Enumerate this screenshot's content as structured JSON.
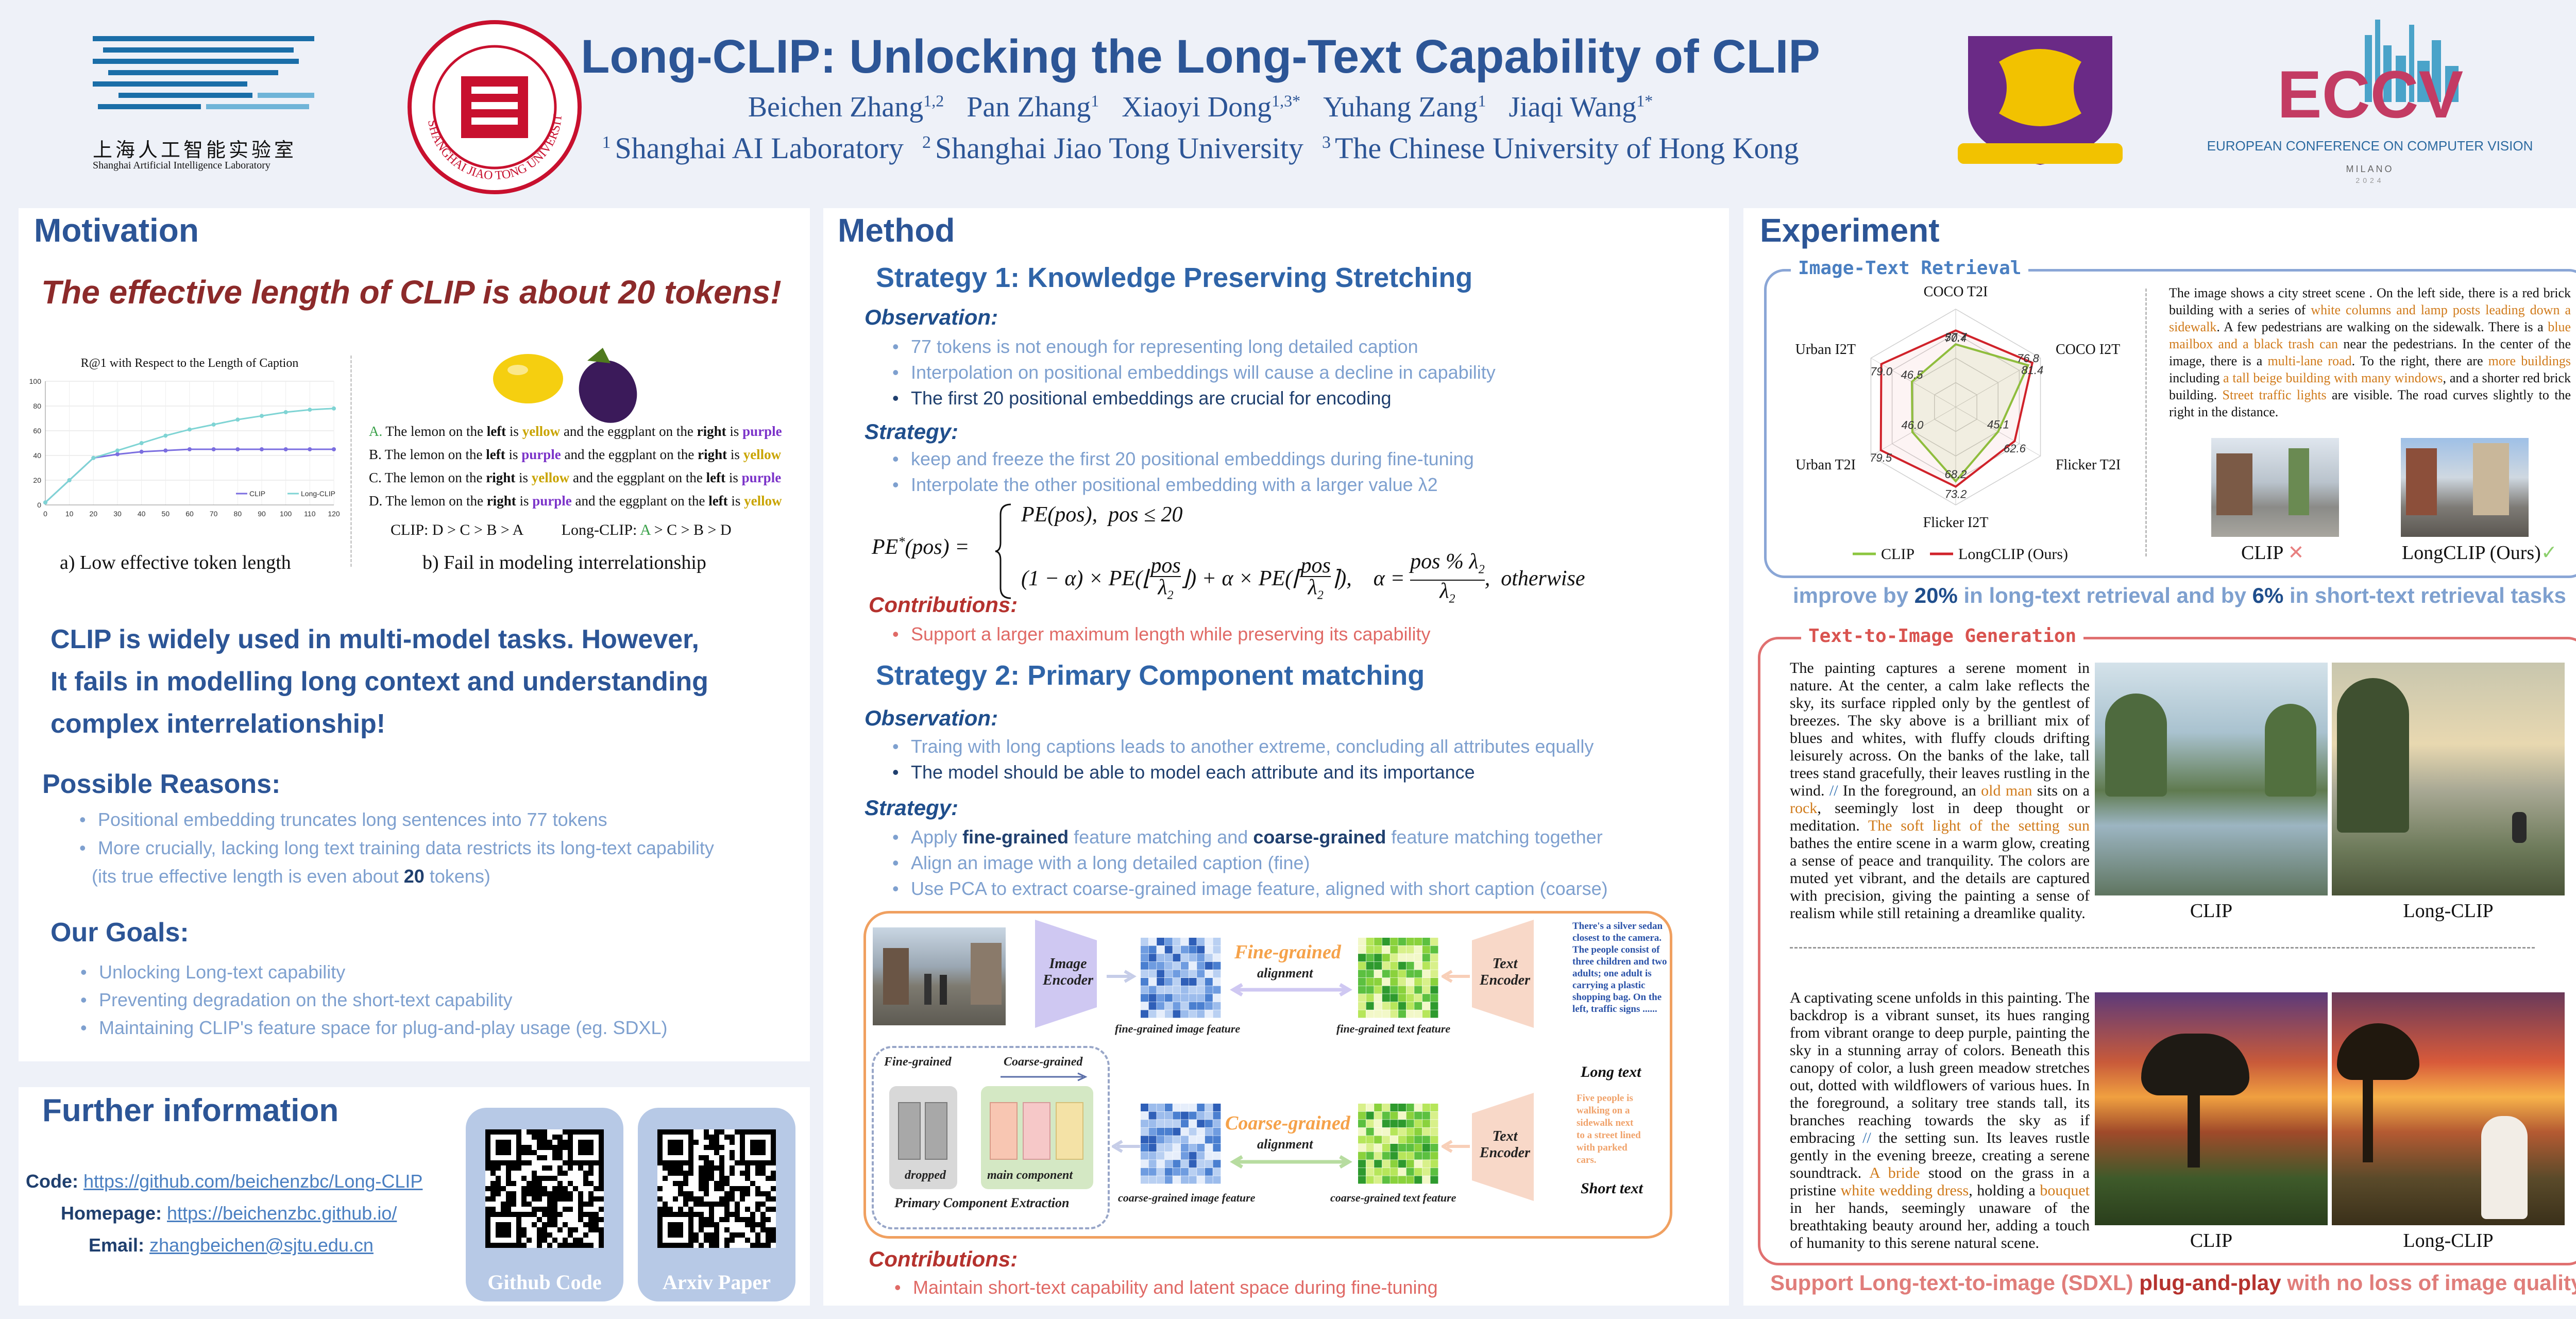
{
  "header": {
    "title": "Long-CLIP: Unlocking the Long-Text Capability of CLIP",
    "authors": [
      {
        "name": "Beichen Zhang",
        "sup": "1,2"
      },
      {
        "name": "Pan Zhang",
        "sup": "1"
      },
      {
        "name": "Xiaoyi Dong",
        "sup": "1,3*"
      },
      {
        "name": "Yuhang Zang",
        "sup": "1"
      },
      {
        "name": "Jiaqi Wang",
        "sup": "1*"
      }
    ],
    "affiliations": [
      {
        "sup": "1",
        "name": "Shanghai AI Laboratory"
      },
      {
        "sup": "2",
        "name": "Shanghai Jiao Tong University"
      },
      {
        "sup": "3",
        "name": "The Chinese University of Hong Kong"
      }
    ],
    "logo_shlab_cn": "上海人工智能实验室",
    "logo_shlab_en": "Shanghai Artificial Intelligence Laboratory",
    "logo_sjtu_text": "SHANGHAI JIAO TONG UNIVERSITY",
    "logo_eccv_text": "ECCV",
    "logo_eccv_sub": "EUROPEAN CONFERENCE ON COMPUTER VISION",
    "logo_eccv_city": "MILANO",
    "logo_eccv_year": "2024"
  },
  "motivation": {
    "title": "Motivation",
    "headline": "The effective length of CLIP is about 20 tokens!",
    "chart_caption": "a) Low effective token length",
    "fig_b_caption": "b) Fail in modeling interrelationship",
    "sentences": [
      {
        "letter": "A.",
        "pre": "The lemon on the ",
        "w1": "left",
        "mid1": " is ",
        "c1": "yellow",
        "mid2": " and the eggplant on the ",
        "w2": "right",
        "mid3": " is ",
        "c2": "purple"
      },
      {
        "letter": "B.",
        "pre": "The lemon on the ",
        "w1": "left",
        "mid1": " is ",
        "c1": "purple",
        "mid2": " and the eggplant on the ",
        "w2": "right",
        "mid3": " is ",
        "c2": "yellow"
      },
      {
        "letter": "C.",
        "pre": "The lemon on the ",
        "w1": "right",
        "mid1": " is ",
        "c1": "yellow",
        "mid2": " and the eggplant on the ",
        "w2": "left",
        "mid3": " is ",
        "c2": "purple"
      },
      {
        "letter": "D.",
        "pre": "The lemon on the ",
        "w1": "right",
        "mid1": " is ",
        "c1": "purple",
        "mid2": " and the eggplant on the ",
        "w2": "left",
        "mid3": " is ",
        "c2": "yellow"
      }
    ],
    "rank_clip": "CLIP:  D > C > B > A",
    "rank_long_label": "Long-CLIP:",
    "rank_long_a": "A",
    "rank_long_rest": " > C > B > D",
    "summary_lines": [
      "CLIP is widely used in multi-model tasks. However,",
      "It fails in modelling long context and understanding",
      "complex interrelationship!"
    ],
    "reasons_title": "Possible Reasons:",
    "reasons": [
      "Positional embedding truncates long sentences into 77 tokens",
      "More crucially, lacking long text training data restricts its long-text capability"
    ],
    "reason_cont_pre": "(its true effective length is even about ",
    "reason_cont_num": "20",
    "reason_cont_post": " tokens)",
    "goals_title": "Our Goals:",
    "goals": [
      "Unlocking Long-text capability",
      "Preventing degradation on the short-text capability",
      "Maintaining CLIP's feature space for plug-and-play usage (eg. SDXL)"
    ]
  },
  "further": {
    "title": "Further information",
    "code_label": "Code:",
    "code_link": "https://github.com/beichenzbc/Long-CLIP",
    "homepage_label": "Homepage:",
    "homepage_link": "https://beichenzbc.github.io/",
    "email_label": "Email:",
    "email_link": "zhangbeichen@sjtu.edu.cn",
    "qr1_label": "Github Code",
    "qr2_label": "Arxiv Paper"
  },
  "method": {
    "title": "Method",
    "s1_title": "Strategy 1: Knowledge Preserving Stretching",
    "observation": "Observation:",
    "strategy": "Strategy:",
    "contributions": "Contributions:",
    "s1_obs": [
      "77 tokens is not enough for representing long detailed caption",
      "Interpolation on positional embeddings will cause a decline in capability"
    ],
    "s1_obs_dark": "The first 20 positional embeddings are crucial for encoding",
    "s1_strat": [
      "keep and freeze the first 20 positional embeddings during fine-tuning",
      "Interpolate the other positional embedding with a larger value λ2"
    ],
    "s1_contrib": "Support a larger maximum length while preserving its capability",
    "s2_title": "Strategy 2: Primary Component matching",
    "s2_obs": "Traing with long captions leads to another extreme, concluding all attributes equally",
    "s2_obs_dark": "The model should be able to model each attribute and its importance",
    "s2_strat1_a": "Apply ",
    "s2_strat1_b": "fine-grained",
    "s2_strat1_c": " feature matching and ",
    "s2_strat1_d": "coarse-grained",
    "s2_strat1_e": " feature matching together",
    "s2_strat": [
      "Align an image with a long detailed caption (fine)",
      "Use PCA to extract coarse-grained image feature, aligned with short caption (coarse)"
    ],
    "s2_contrib": "Maintain short-text capability and latent space during fine-tuning",
    "diagram": {
      "image_encoder": "Image Encoder",
      "text_encoder": "Text Encoder",
      "fine_grained": "Fine-grained",
      "coarse_grained": "Coarse-grained",
      "alignment": "alignment",
      "fg_image_feature": "fine-grained image feature",
      "fg_text_feature": "fine-grained text feature",
      "cg_image_feature": "coarse-grained image feature",
      "cg_text_feature": "coarse-grained text feature",
      "pca_fine": "Fine-grained",
      "pca_coarse": "Coarse-grained",
      "dropped": "dropped",
      "main_component": "main component",
      "pca_title": "Primary Component Extraction",
      "long_caption": "There's a silver sedan closest to the camera. The people consist of three children and two adults; one adult is carrying a plastic shopping bag. On the left, traffic signs ......",
      "long_text": "Long text",
      "short_caption": "Five people is walking on a sidewalk next to a street lined with parked cars.",
      "short_text": "Short text"
    }
  },
  "experiment": {
    "title": "Experiment",
    "itr_label": "Image-Text Retrieval",
    "radar": {
      "axes": [
        "COCO T2I",
        "COCO I2T",
        "Flicker T2I",
        "Flicker I2T",
        "Urban T2I",
        "Urban I2T"
      ],
      "clip_values": [
        57.7,
        76.8,
        45.1,
        68.2,
        46.0,
        46.5
      ],
      "longclip_values": [
        70.4,
        81.4,
        62.6,
        73.2,
        79.5,
        79.0
      ],
      "clip_labels": [
        "57.7",
        "76.8",
        "45.1",
        "68.2",
        "46.0",
        "46.5"
      ],
      "longclip_labels": [
        "70.4",
        "81.4",
        "62.6",
        "73.2",
        "79.5",
        "79.0"
      ],
      "legend_clip": "CLIP",
      "legend_longclip": "LongCLIP (Ours)"
    },
    "retrieval_text": [
      {
        "t": "The image shows a city street scene . On the left side, there is a red brick building with a series of "
      },
      {
        "t": "white columns and lamp posts leading down a sidewalk",
        "c": "o"
      },
      {
        "t": ". A few pedestrians are walking on the sidewalk. There is a "
      },
      {
        "t": "blue mailbox and a black trash can",
        "c": "o"
      },
      {
        "t": " near the pedestrians. In the center of the image, there is a "
      },
      {
        "t": "multi-lane road",
        "c": "o"
      },
      {
        "t": ". To the right, there are "
      },
      {
        "t": "more buildings",
        "c": "o"
      },
      {
        "t": " including "
      },
      {
        "t": "a tall beige building with many windows",
        "c": "o"
      },
      {
        "t": ", and a shorter red brick building. "
      },
      {
        "t": "Street traffic lights",
        "c": "o"
      },
      {
        "t": " are visible. The road curves slightly to the right in the distance."
      }
    ],
    "ret_clip_label": "CLIP",
    "ret_long_label": "LongCLIP (Ours)",
    "improve_a": "improve by ",
    "improve_b": "20%",
    "improve_c": " in long-text retrieval and by ",
    "improve_d": "6%",
    "improve_e": " in short-text retrieval tasks",
    "t2i_label": "Text-to-Image Generation",
    "para1": [
      {
        "t": "The painting captures a serene moment in nature. At the center, a calm lake reflects the sky, its surface rippled only by the gentlest of breezes. The sky above is a brilliant mix of blues and whites, with fluffy clouds drifting leisurely across. On the banks of the lake, tall trees stand gracefully, their leaves rustling in the wind. "
      },
      {
        "t": "//",
        "c": "b"
      },
      {
        "t": " In the foreground, an "
      },
      {
        "t": "old man",
        "c": "o"
      },
      {
        "t": " sits on a "
      },
      {
        "t": "rock",
        "c": "o"
      },
      {
        "t": ", seemingly lost in deep thought or meditation. "
      },
      {
        "t": "The soft light of the setting sun",
        "c": "o"
      },
      {
        "t": " bathes the entire scene in a warm glow, creating a sense of peace and tranquility. The colors are muted yet vibrant, and the details are captured with precision, giving the painting a sense of realism while still retaining a dreamlike quality."
      }
    ],
    "para2": [
      {
        "t": "A captivating scene unfolds in this painting. The backdrop is a vibrant sunset, its hues ranging from vibrant orange to deep purple, painting the sky in a stunning array of colors. Beneath this canopy of color, a lush green meadow stretches out, dotted with wildflowers of various hues. In the foreground, a solitary tree stands tall, its branches reaching towards the sky as if embracing "
      },
      {
        "t": "//",
        "c": "b"
      },
      {
        "t": " the setting sun. Its leaves rustle gently in the evening breeze, creating a serene soundtrack. "
      },
      {
        "t": "A bride",
        "c": "o"
      },
      {
        "t": " stood on the grass in a pristine "
      },
      {
        "t": "white wedding dress",
        "c": "o"
      },
      {
        "t": ", holding a "
      },
      {
        "t": "bouquet",
        "c": "o"
      },
      {
        "t": " in her hands, seemingly unaware of the breathtaking beauty around her, adding a touch of humanity to this serene natural scene."
      }
    ],
    "gen_clip": "CLIP",
    "gen_long": "Long-CLIP",
    "support_a": "Support Long-text-to-image (SDXL) ",
    "support_b": "plug-and-play",
    "support_c": " with no loss of image quality"
  },
  "chart_data": {
    "type": "line",
    "title": "R@1 with Respect to the Length of Caption",
    "x": [
      0,
      10,
      20,
      30,
      40,
      50,
      60,
      70,
      80,
      90,
      100,
      110,
      120
    ],
    "series": [
      {
        "name": "CLIP",
        "values": [
          2,
          20,
          38,
          41,
          43,
          44,
          45,
          45,
          45,
          45,
          45,
          45,
          45
        ]
      },
      {
        "name": "Long-CLIP",
        "values": [
          2,
          20,
          38,
          44,
          50,
          56,
          61,
          65,
          69,
          72,
          75,
          77,
          78
        ]
      }
    ],
    "ylim": [
      0,
      100
    ],
    "yticks": [
      0,
      20,
      40,
      60,
      80,
      100
    ],
    "grid": true,
    "legend": "bottom-right"
  }
}
